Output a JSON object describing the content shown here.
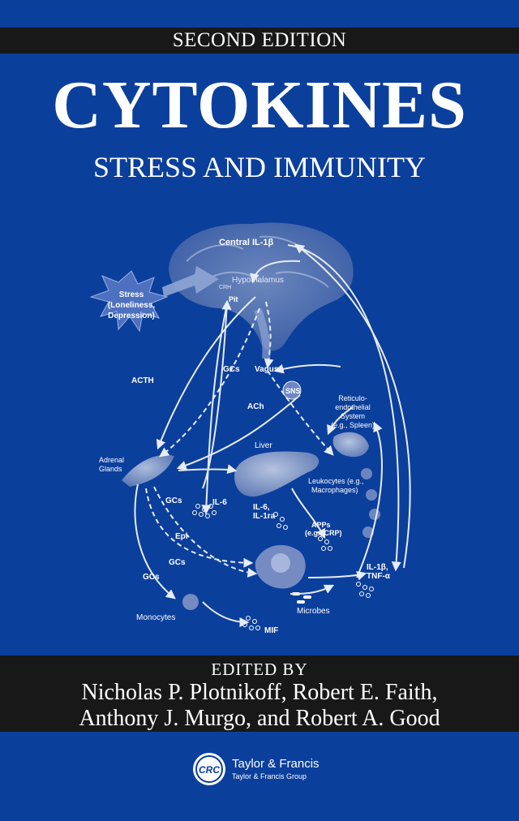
{
  "cover": {
    "edition": "SECOND EDITION",
    "title": "CYTOKINES",
    "subtitle": "STRESS AND IMMUNITY",
    "edited_by": "EDITED BY",
    "authors_line1": "Nicholas P. Plotnikoff, Robert E. Faith,",
    "authors_line2": "Anthony J. Murgo, and Robert A. Good",
    "publisher_logo": "CRC",
    "publisher_name": "Taylor & Francis",
    "publisher_group": "Taylor & Francis Group"
  },
  "diagram": {
    "central_il1b": "Central IL-1β",
    "hypothalamus": "Hypothalamus",
    "crh": "CRH",
    "pit": "Pit",
    "stress_line1": "Stress",
    "stress_line2": "(Loneliness,",
    "stress_line3": "Depression)",
    "acth": "ACTH",
    "gcs": "GCs",
    "vagus": "Vagus",
    "sns": "SNS",
    "ach": "ACh",
    "res_line1": "Reticulo-",
    "res_line2": "endothelial",
    "res_line3": "System",
    "res_line4": "(e.g., Spleen)",
    "adrenal_line1": "Adrenal",
    "adrenal_line2": "Glands",
    "liver": "Liver",
    "il6": "IL-6",
    "il6_il1ra_line1": "IL-6,",
    "il6_il1ra_line2": "IL-1ra",
    "leuko_line1": "Leukocytes (e.g.,",
    "leuko_line2": "Macrophages)",
    "apps_line1": "APPs",
    "apps_line2": "(e.g., CRP)",
    "epi": "Epi",
    "il1b_tnf_line1": "IL-1β,",
    "il1b_tnf_line2": "TNF-α",
    "microbes": "Microbes",
    "monocytes": "Monocytes",
    "mif": "MIF"
  },
  "colors": {
    "background": "#0b3f9c",
    "band": "#181818",
    "text": "#ffffff"
  }
}
